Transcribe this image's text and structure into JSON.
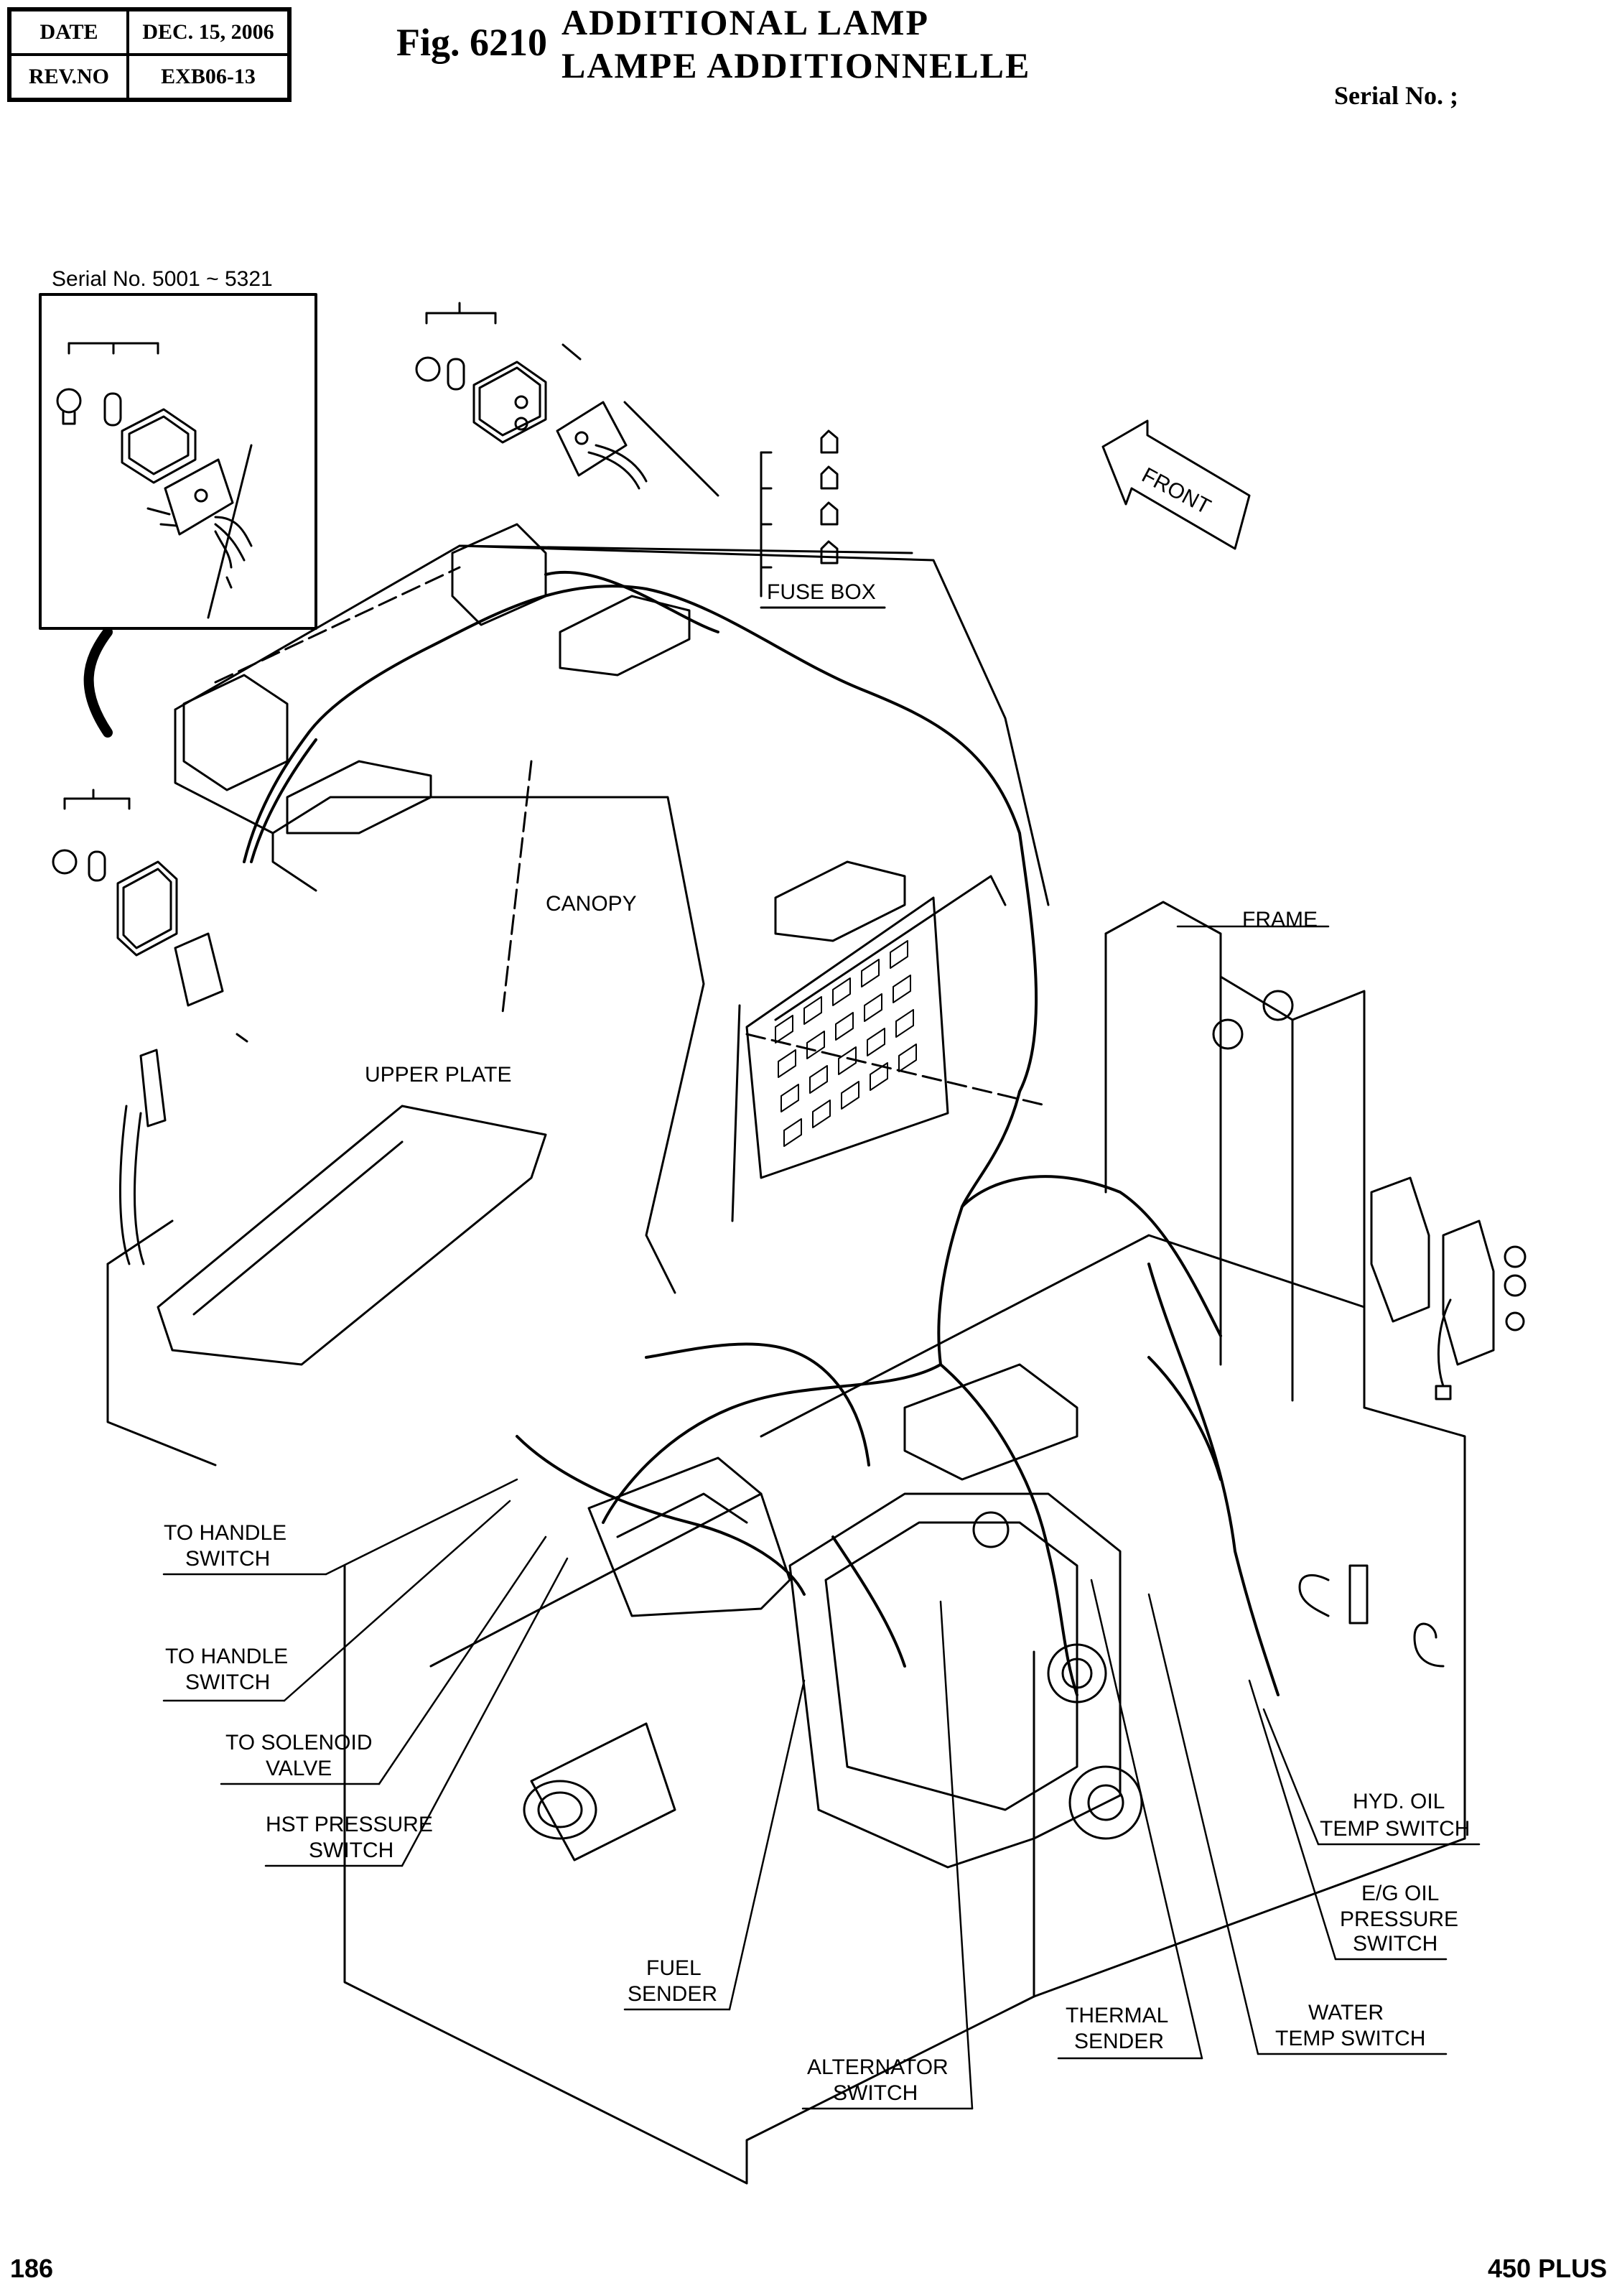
{
  "header": {
    "date_label": "DATE",
    "date_value": "DEC. 15, 2006",
    "rev_label": "REV.NO",
    "rev_value": "EXB06-13"
  },
  "figure": {
    "number": "Fig. 6210",
    "title_en": "ADDITIONAL  LAMP",
    "title_fr": "LAMPE  ADDITIONNELLE",
    "serial_label": "Serial No. ;"
  },
  "inset": {
    "serial_range": "Serial No. 5001 ~ 5321"
  },
  "direction": {
    "front": "FRONT"
  },
  "labels": {
    "fuse_box": "FUSE BOX",
    "canopy": "CANOPY",
    "frame": "FRAME",
    "upper_plate": "UPPER PLATE",
    "to_handle_switch_1": [
      "TO HANDLE",
      "SWITCH"
    ],
    "to_handle_switch_2": [
      "TO HANDLE",
      "SWITCH"
    ],
    "to_solenoid_valve": [
      "TO SOLENOID",
      "VALVE"
    ],
    "hst_pressure_switch": [
      "HST PRESSURE",
      "SWITCH"
    ],
    "fuel_sender": [
      "FUEL",
      "SENDER"
    ],
    "alternator_switch": [
      "ALTERNATOR",
      "SWITCH"
    ],
    "thermal_sender": [
      "THERMAL",
      "SENDER"
    ],
    "water_temp_switch": [
      "WATER",
      "TEMP SWITCH"
    ],
    "eg_oil_pressure_switch": [
      "E/G OIL",
      "PRESSURE",
      "SWITCH"
    ],
    "hyd_oil_temp_switch": [
      "HYD. OIL",
      "TEMP SWITCH"
    ]
  },
  "footer": {
    "page": "186",
    "model": "450 PLUS"
  }
}
